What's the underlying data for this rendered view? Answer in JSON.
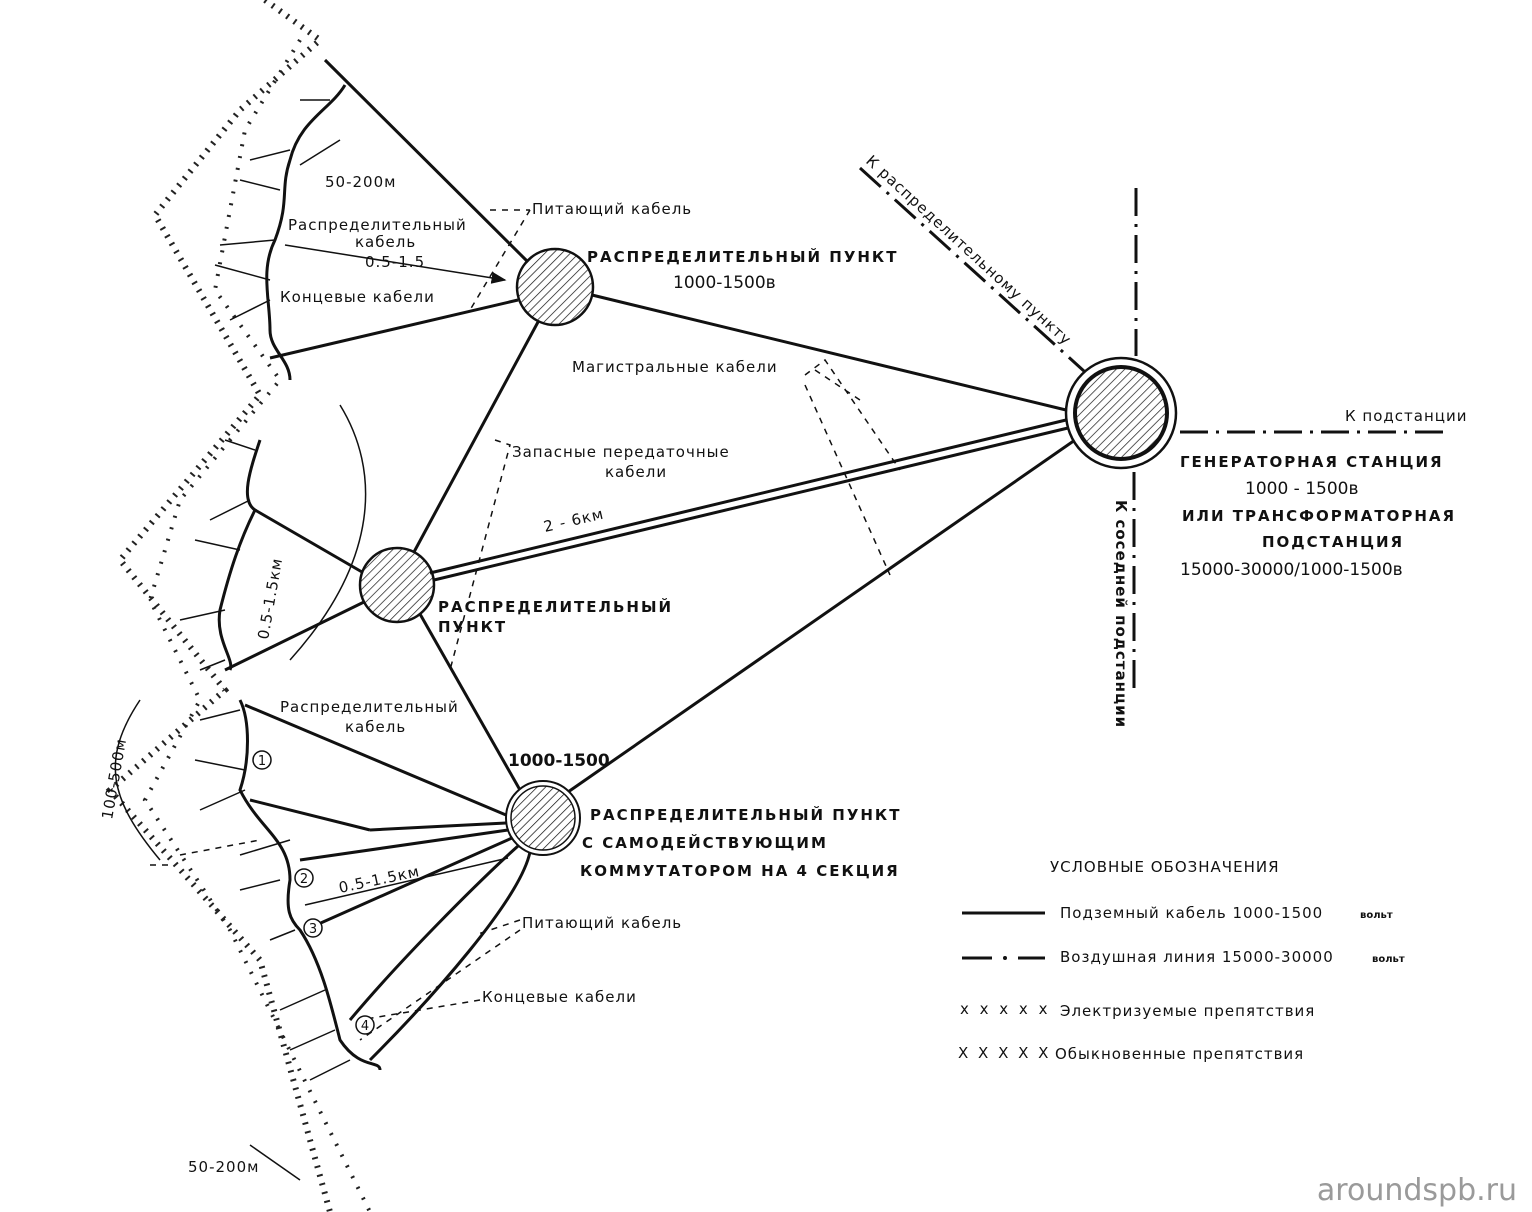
{
  "nodes": {
    "rp_top": {
      "title": "РАСПРЕДЕЛИТЕЛЬНЫЙ ПУНКТ",
      "voltage": "1000-1500в"
    },
    "rp_mid": {
      "title_line1": "РАСПРЕДЕЛИТЕЛЬНЫЙ",
      "title_line2": "ПУНКТ"
    },
    "rp_bottom": {
      "voltage": "1000-1500",
      "title_line1": "РАСПРЕДЕЛИТЕЛЬНЫЙ ПУНКТ",
      "title_line2": "С САМОДЕЙСТВУЮЩИМ",
      "title_line3": "КОММУТАТОРОМ НА 4 СЕКЦИЯ"
    },
    "generator": {
      "line1": "ГЕНЕРАТОРНАЯ СТАНЦИЯ",
      "line2": "1000 - 1500в",
      "line3": "ИЛИ ТРАНСФОРМАТОРНАЯ",
      "line4": "ПОДСТАНЦИЯ",
      "line5": "15000-30000/1000-1500в"
    }
  },
  "labels": {
    "feeding_cable_top": "Питающий кабель",
    "distribution_cable_top_1": "Распределительный",
    "distribution_cable_top_2": "кабель",
    "dist_top_range": "0.5-1.5",
    "end_cables_top": "Концевые кабели",
    "dist_50_200_top": "50-200м",
    "main_cables": "Магистральные кабели",
    "reserve_cables_1": "Запасные передаточные",
    "reserve_cables_2": "кабели",
    "dist_2_6": "2 - 6км",
    "dist_mid_range": "0.5-1.5км",
    "distribution_cable_bottom_1": "Распределительный",
    "distribution_cable_bottom_2": "кабель",
    "dist_100_500": "100-500м",
    "dist_bottom_range": "0.5-1.5км",
    "feeding_cable_bottom": "Питающий кабель",
    "end_cables_bottom": "Концевые кабели",
    "dist_50_200_bottom": "50-200м",
    "to_distribution_point": "К распределительному пункту",
    "to_substation": "К подстанции",
    "to_neighbor_substation": "К соседней подстанции",
    "sections": [
      "1",
      "2",
      "3",
      "4"
    ]
  },
  "legend": {
    "title": "УСЛОВНЫЕ ОБОЗНАЧЕНИЯ",
    "items": [
      {
        "symbol": "solid-line",
        "text": "Подземный кабель 1000-1500",
        "unit": "вольт"
      },
      {
        "symbol": "dash-dot-line",
        "text": "Воздушная линия 15000-30000",
        "unit": "вольт"
      },
      {
        "symbol": "x x x x x",
        "text": "Электризуемые препятствия"
      },
      {
        "symbol": "X X X X X",
        "text": "Обыкновенные препятствия"
      }
    ]
  },
  "watermark": "aroundspb.ru"
}
